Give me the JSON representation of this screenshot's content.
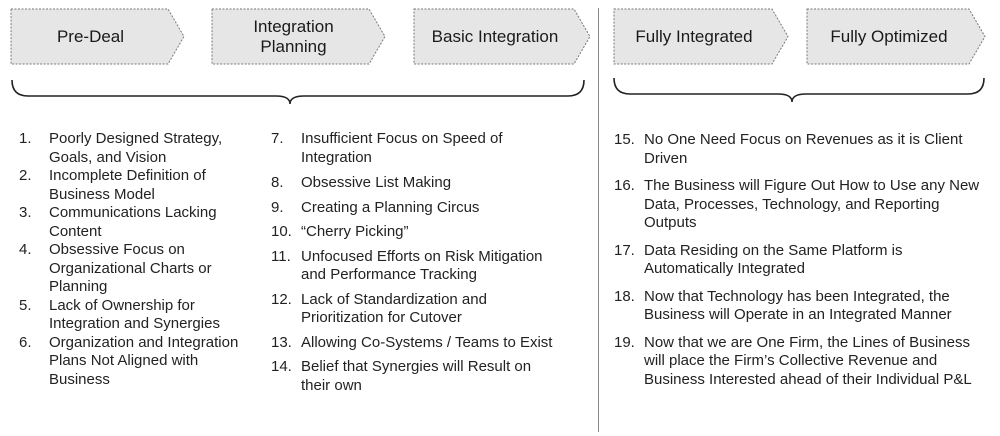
{
  "stages": [
    {
      "label": "Pre-Deal"
    },
    {
      "label": "Integration Planning"
    },
    {
      "label": "Basic Integration"
    },
    {
      "label": "Fully Integrated"
    },
    {
      "label": "Fully Optimized"
    }
  ],
  "column1": [
    {
      "num": "1.",
      "text": "Poorly Designed Strategy, Goals, and Vision"
    },
    {
      "num": "2.",
      "text": "Incomplete Definition of Business Model"
    },
    {
      "num": "3.",
      "text": "Communications Lacking Content"
    },
    {
      "num": "4.",
      "text": "Obsessive Focus on Organizational Charts or Planning"
    },
    {
      "num": "5.",
      "text": "Lack of Ownership for Integration and Synergies"
    },
    {
      "num": "6.",
      "text": "Organization and Integration Plans Not Aligned with Business"
    }
  ],
  "column2": [
    {
      "num": "7.",
      "text": "Insufficient Focus on Speed of Integration"
    },
    {
      "num": "8.",
      "text": "Obsessive List Making"
    },
    {
      "num": "9.",
      "text": "Creating a Planning Circus"
    },
    {
      "num": "10.",
      "text": "“Cherry Picking”"
    },
    {
      "num": "11.",
      "text": "Unfocused Efforts on Risk Mitigation and Performance Tracking"
    },
    {
      "num": "12.",
      "text": "Lack of Standardization and Prioritization for Cutover"
    },
    {
      "num": "13.",
      "text": "Allowing Co-Systems / Teams to Exist"
    },
    {
      "num": "14.",
      "text": "Belief that Synergies will Result on their own"
    }
  ],
  "column3": [
    {
      "num": "15.",
      "text": "No One Need Focus on Revenues as it is Client Driven"
    },
    {
      "num": "16.",
      "text": "The Business will Figure Out How to Use any New Data, Processes, Technology, and Reporting Outputs"
    },
    {
      "num": "17.",
      "text": "Data Residing on the Same Platform is Automatically Integrated"
    },
    {
      "num": "18.",
      "text": "Now that Technology has been Integrated, the Business will Operate in an Integrated Manner"
    },
    {
      "num": "19.",
      "text": "Now that we are One Firm, the Lines of Business will place the Firm’s Collective Revenue and Business Interested ahead of their Individual P&L"
    }
  ],
  "colors": {
    "chevron_fill": "#e6e6e6",
    "chevron_stroke": "#7a7a7a",
    "bracket": "#222222",
    "divider": "#8a8a8a"
  }
}
